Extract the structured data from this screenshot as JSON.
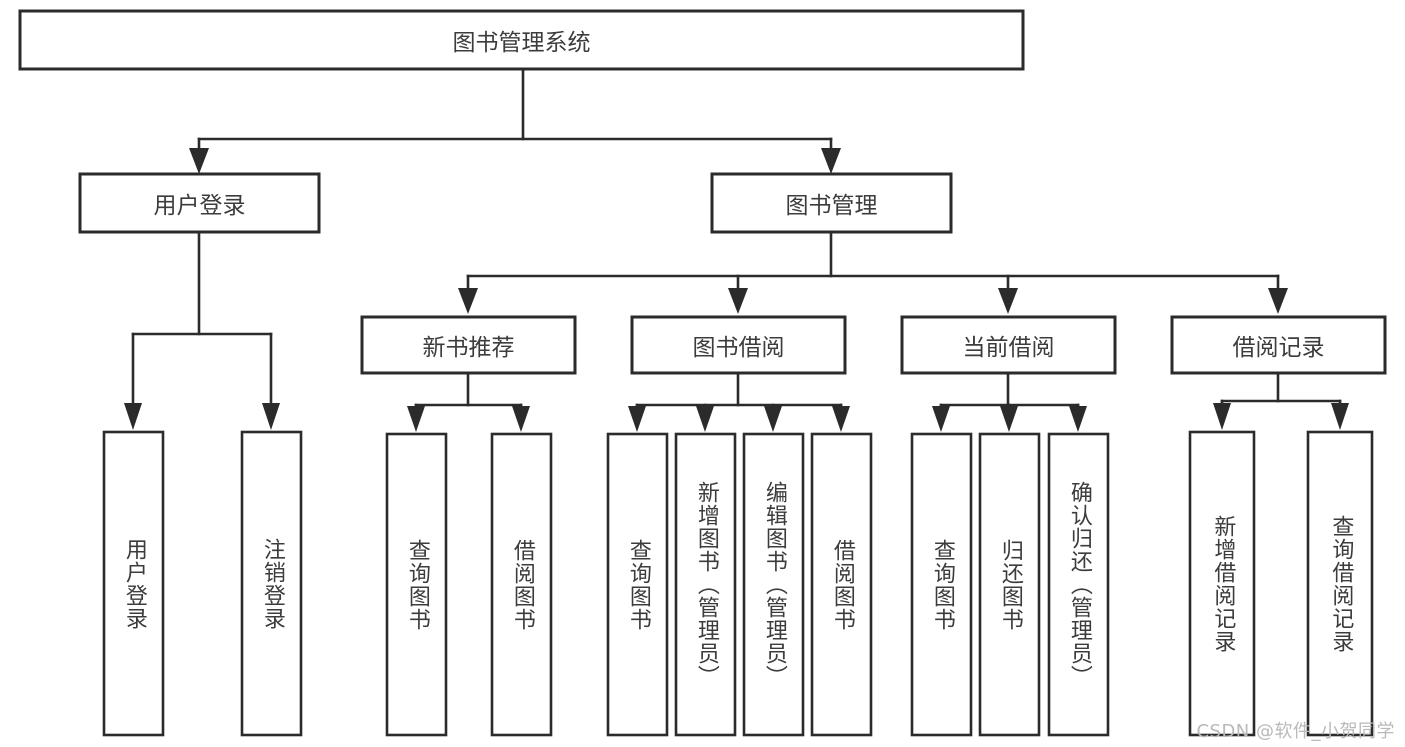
{
  "diagram": {
    "title": "图书管理系统",
    "watermark": "CSDN @软件_小贺同学",
    "root": {
      "label": "图书管理系统"
    },
    "level2": [
      {
        "label": "用户登录"
      },
      {
        "label": "图书管理"
      }
    ],
    "level3": [
      {
        "label": "新书推荐"
      },
      {
        "label": "图书借阅"
      },
      {
        "label": "当前借阅"
      },
      {
        "label": "借阅记录"
      }
    ],
    "leaves": {
      "user_login": [
        {
          "label": "用户登录"
        },
        {
          "label": "注销登录"
        }
      ],
      "new_book_recommend": [
        {
          "label": "查询图书"
        },
        {
          "label": "借阅图书"
        }
      ],
      "book_borrow": [
        {
          "label": "查询图书"
        },
        {
          "label": "新增图书（管理员）"
        },
        {
          "label": "编辑图书（管理员）"
        },
        {
          "label": "借阅图书"
        }
      ],
      "current_borrow": [
        {
          "label": "查询图书"
        },
        {
          "label": "归还图书"
        },
        {
          "label": "确认归还（管理员）"
        }
      ],
      "borrow_record": [
        {
          "label": "新增借阅记录"
        },
        {
          "label": "查询借阅记录"
        }
      ]
    },
    "colors": {
      "stroke": "#2b2b2b",
      "text": "#3c3c3c",
      "background": "#ffffff",
      "watermark": "#b9b9b9"
    }
  }
}
